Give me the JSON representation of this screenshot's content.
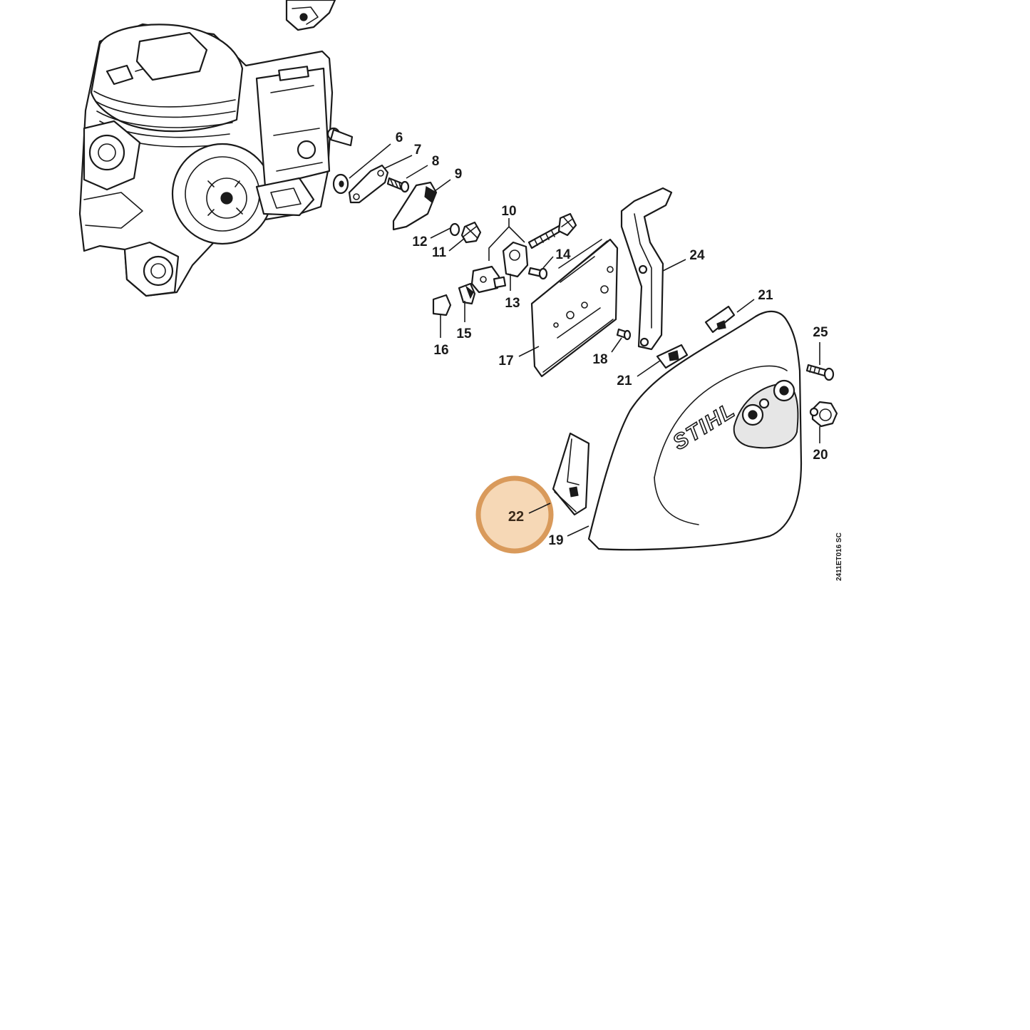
{
  "diagram": {
    "document_code": "2411ET016 SC",
    "brand_mark": "STIHL",
    "highlight_color": "#d99a5b",
    "highlight_fill": "#f6d8b6",
    "callouts": [
      {
        "id": "c6",
        "label": "6"
      },
      {
        "id": "c7",
        "label": "7"
      },
      {
        "id": "c8",
        "label": "8"
      },
      {
        "id": "c9",
        "label": "9"
      },
      {
        "id": "c10",
        "label": "10"
      },
      {
        "id": "c11",
        "label": "11"
      },
      {
        "id": "c12",
        "label": "12"
      },
      {
        "id": "c13",
        "label": "13"
      },
      {
        "id": "c14",
        "label": "14"
      },
      {
        "id": "c15",
        "label": "15"
      },
      {
        "id": "c16",
        "label": "16"
      },
      {
        "id": "c17",
        "label": "17"
      },
      {
        "id": "c18",
        "label": "18"
      },
      {
        "id": "c19",
        "label": "19"
      },
      {
        "id": "c20",
        "label": "20"
      },
      {
        "id": "c21a",
        "label": "21"
      },
      {
        "id": "c21b",
        "label": "21"
      },
      {
        "id": "c22",
        "label": "22",
        "highlighted": true
      },
      {
        "id": "c24",
        "label": "24"
      },
      {
        "id": "c25",
        "label": "25"
      }
    ]
  }
}
